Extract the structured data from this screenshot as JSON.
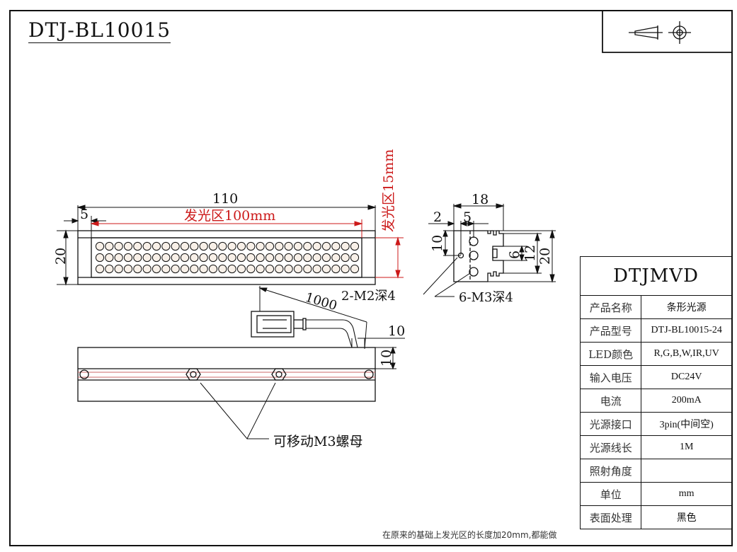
{
  "drawing": {
    "title": "DTJ-BL10015",
    "dims_front": {
      "length": "110",
      "offset": "5",
      "emit_length": "发光区100mm",
      "height": "20",
      "emit_height": "发光区15mm",
      "cable_length": "1000",
      "cable_offset": "10"
    },
    "dims_side": {
      "width": "18",
      "d2": "2",
      "d5": "5",
      "d10": "10",
      "d6": "6",
      "d12": "12",
      "d20": "20",
      "hole_m2": "2-M2深4",
      "hole_m3": "6-M3深4"
    },
    "dims_bottom": {
      "height": "10",
      "nut_label": "可移动M3螺母"
    },
    "footnote": "在原来的基础上发光区的长度加20mm,都能做"
  },
  "spec": {
    "brand": "DTJMVD",
    "rows": [
      {
        "key": "产品名称",
        "value": "条形光源"
      },
      {
        "key": "产品型号",
        "value": "DTJ-BL10015-24"
      },
      {
        "key": "LED颜色",
        "value": "R,G,B,W,IR,UV"
      },
      {
        "key": "输入电压",
        "value": "DC24V"
      },
      {
        "key": "电流",
        "value": "200mA"
      },
      {
        "key": "光源接口",
        "value": "3pin(中间空)"
      },
      {
        "key": "光源线长",
        "value": "1M"
      },
      {
        "key": "照射角度",
        "value": ""
      },
      {
        "key": "单位",
        "value": "mm"
      },
      {
        "key": "表面处理",
        "value": "黑色"
      }
    ]
  },
  "led_grid": {
    "rows": 3,
    "cols": 28
  },
  "colors": {
    "line": "#111111",
    "dimension_red": "#cc1a1a",
    "led_fill": "#f8f0e8"
  }
}
